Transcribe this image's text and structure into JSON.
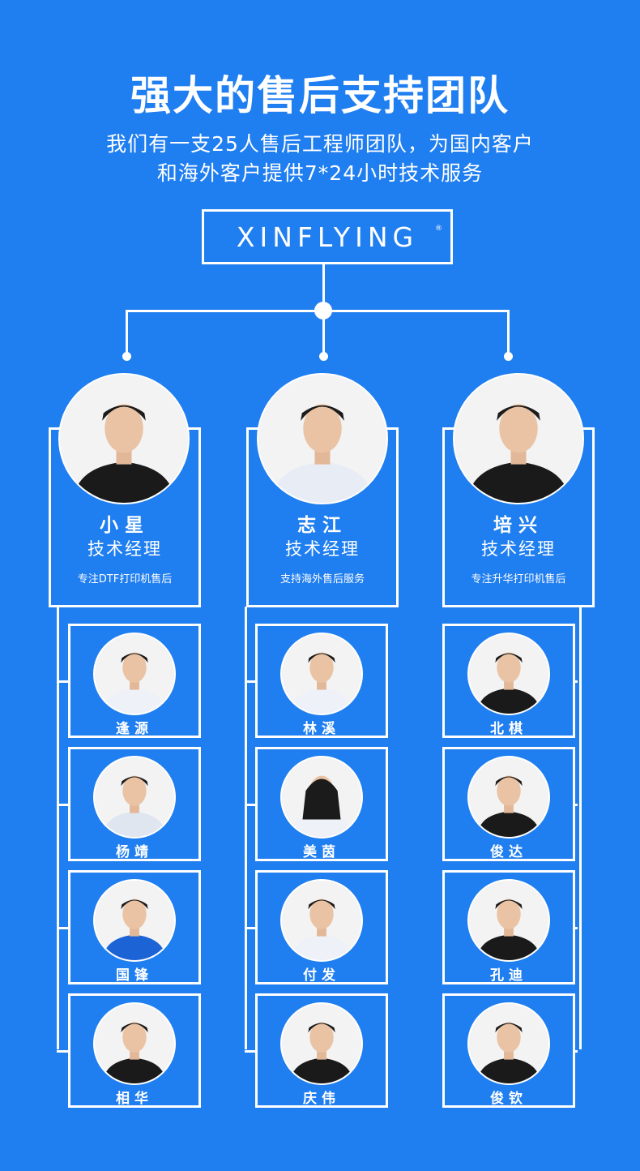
{
  "header": {
    "title": "强大的售后支持团队",
    "subtitle_line1": "我们有一支25人售后工程师团队，为国内客户",
    "subtitle_line2": "和海外客户提供7*24小时技术服务"
  },
  "logo": {
    "text": "XINFLYING",
    "mark": "®"
  },
  "colors": {
    "background": "#1f7ef0",
    "line": "#ffffff"
  },
  "managers": [
    {
      "name": "小星",
      "role": "技术经理",
      "desc": "专注DTF打印机售后"
    },
    {
      "name": "志江",
      "role": "技术经理",
      "desc": "支持海外售后服务"
    },
    {
      "name": "培兴",
      "role": "技术经理",
      "desc": "专注升华打印机售后"
    }
  ],
  "teams": [
    [
      "逢源",
      "杨靖",
      "国锋",
      "相华"
    ],
    [
      "林溪",
      "美茵",
      "付发",
      "庆伟"
    ],
    [
      "北棋",
      "俊达",
      "孔迪",
      "俊钦"
    ]
  ]
}
